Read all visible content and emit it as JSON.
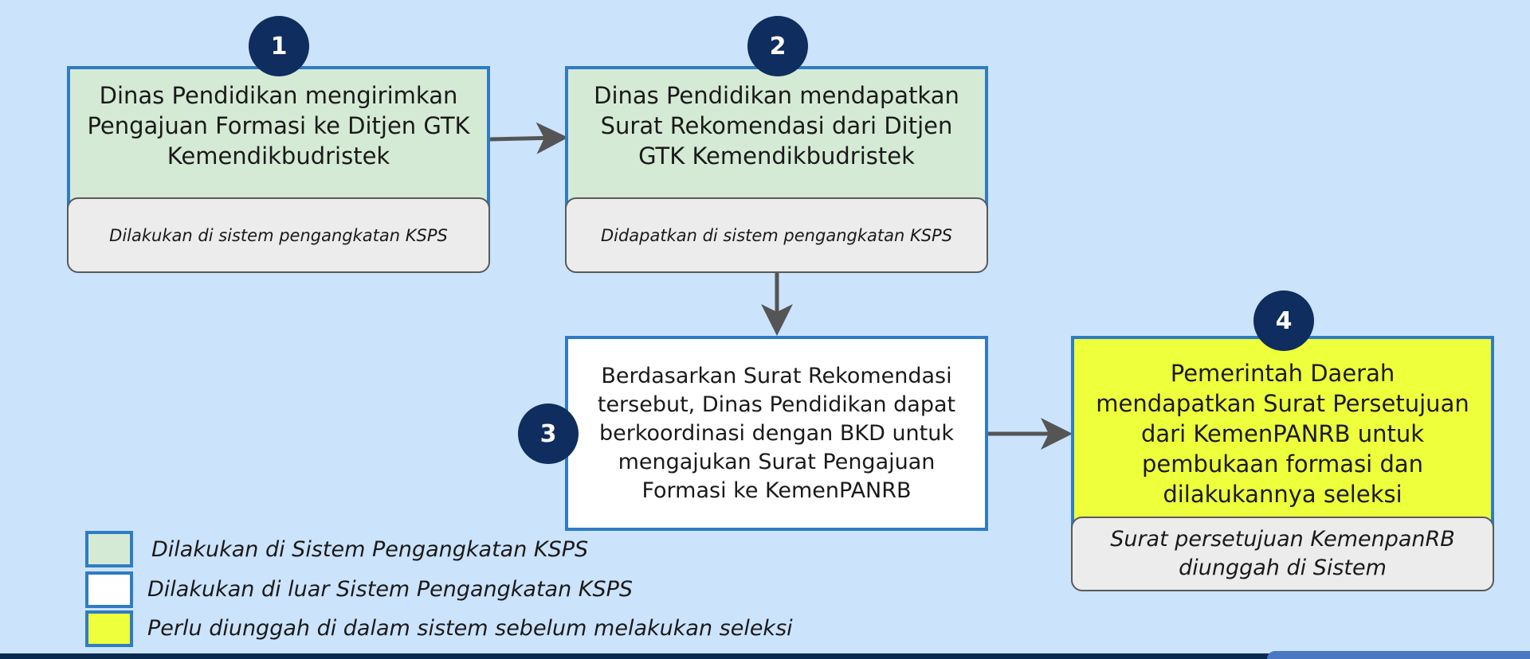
{
  "steps": [
    {
      "number": "1",
      "text": "Dinas Pendidikan mengirimkan Pengajuan Formasi ke Ditjen GTK Kemendikbudristek",
      "note": "Dilakukan di sistem pengangkatan KSPS"
    },
    {
      "number": "2",
      "text": "Dinas Pendidikan mendapatkan Surat Rekomendasi dari Ditjen GTK Kemendikbudristek",
      "note": "Didapatkan di sistem pengangkatan KSPS"
    },
    {
      "number": "3",
      "text": "Berdasarkan Surat Rekomendasi tersebut, Dinas Pendidikan dapat berkoordinasi dengan BKD untuk mengajukan Surat Pengajuan Formasi ke KemenPANRB"
    },
    {
      "number": "4",
      "text": "Pemerintah Daerah mendapatkan Surat Persetujuan dari KemenPANRB untuk pembukaan formasi dan dilakukannya seleksi",
      "note": "Surat persetujuan KemenpanRB diunggah di Sistem"
    }
  ],
  "legend": [
    {
      "label": "Dilakukan di Sistem Pengangkatan KSPS",
      "color": "#d5ead5"
    },
    {
      "label": "Dilakukan di luar Sistem Pengangkatan KSPS",
      "color": "#ffffff"
    },
    {
      "label": "Perlu diunggah di dalam sistem sebelum melakukan seleksi",
      "color": "#eeff3c"
    }
  ],
  "colors": {
    "border": "#2f7cc4",
    "badge": "#0f2d5e",
    "background": "#cce3fc",
    "arrow": "#555555"
  }
}
